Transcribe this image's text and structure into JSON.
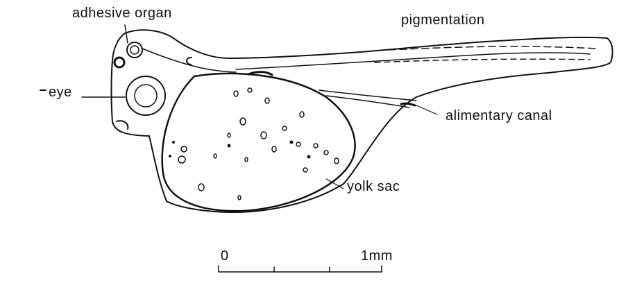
{
  "labels": {
    "adhesive_organ": "adhesive organ",
    "pigmentation": "pigmentation",
    "eye": "eye",
    "alimentary_canal": "alimentary canal",
    "yolk_sac": "yolk sac"
  },
  "scale_bar": {
    "start": "0",
    "end": "1mm",
    "divisions": 4
  },
  "colors": {
    "ink": "#111111",
    "background": "#ffffff"
  }
}
